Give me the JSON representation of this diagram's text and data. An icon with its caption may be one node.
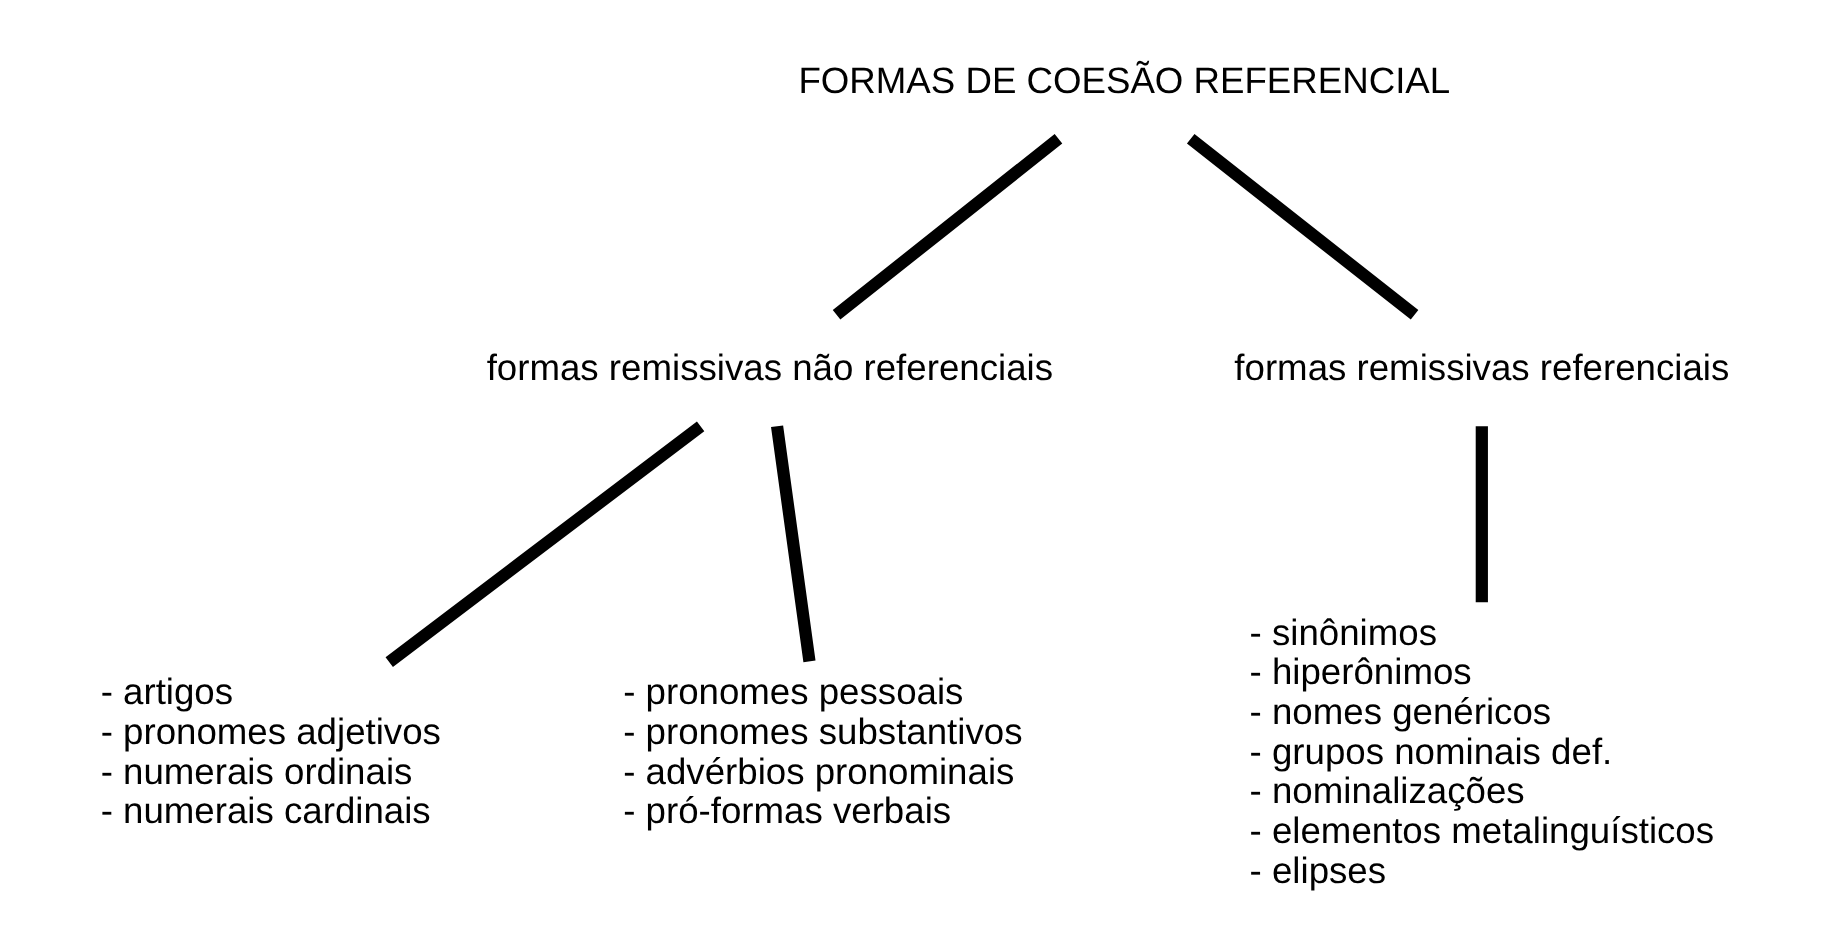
{
  "diagram": {
    "nodes": [
      {
        "text": [
          "FORMAS DE COESÃO REFERENCIAL"
        ]
      },
      {
        "text": [
          "formas remissivas não referenciais"
        ]
      },
      {
        "text": [
          "formas remissivas referenciais"
        ]
      },
      {
        "text": [
          "- artigos",
          "- pronomes adjetivos",
          "- numerais ordinais",
          "- numerais cardinais"
        ]
      },
      {
        "text": [
          "- pronomes pessoais",
          "- pronomes substantivos",
          "- advérbios pronominais",
          "- pró-formas verbais"
        ]
      },
      {
        "text": [
          "- sinônimos",
          "- hiperônimos",
          "- nomes genéricos",
          "- grupos nominais def.",
          "- nominalizações",
          "- elementos metalinguísticos",
          "- elipses"
        ]
      }
    ],
    "edges": [
      {
        "from": 0,
        "to": 1,
        "arrow": "none"
      },
      {
        "from": 0,
        "to": 2,
        "arrow": "none"
      },
      {
        "from": 1,
        "to": 3,
        "arrow": "none"
      },
      {
        "from": 1,
        "to": 4,
        "arrow": "none"
      },
      {
        "from": 2,
        "to": 5,
        "arrow": "none"
      }
    ]
  }
}
